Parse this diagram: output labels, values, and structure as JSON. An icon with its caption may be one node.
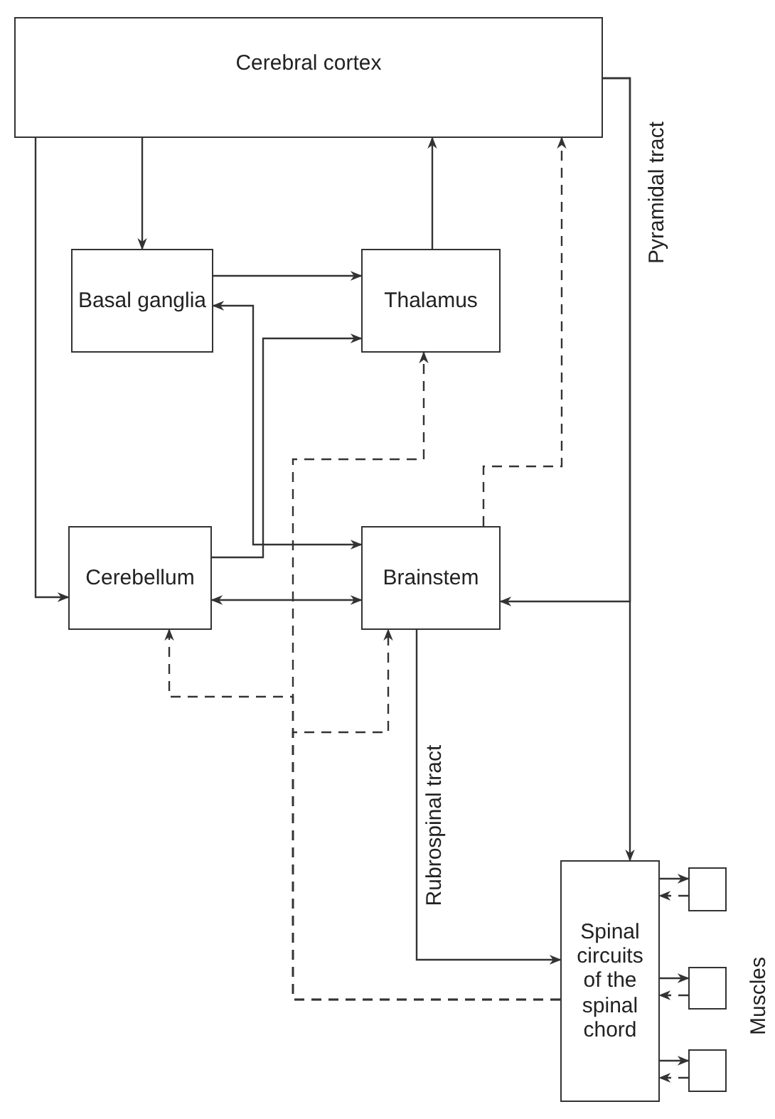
{
  "diagram": {
    "nodes": [
      {
        "text": [
          "Cerebral cortex"
        ]
      },
      {
        "text": [
          "Basal ganglia"
        ]
      },
      {
        "text": [
          "Thalamus"
        ]
      },
      {
        "text": [
          "Cerebellum"
        ]
      },
      {
        "text": [
          "Brainstem"
        ]
      },
      {
        "text": [
          "Spinal circuits of the spinal chord"
        ]
      },
      {
        "text": [],
        "shape": "box"
      },
      {
        "text": [],
        "shape": "box"
      },
      {
        "text": [],
        "shape": "box"
      }
    ],
    "edges": [
      {
        "from": 0,
        "to": 1,
        "arrow": "to"
      },
      {
        "from": 1,
        "to": 2,
        "arrow": "to"
      },
      {
        "from": 2,
        "to": 0,
        "arrow": "to"
      },
      {
        "from": 0,
        "to": 3,
        "arrow": "to"
      },
      {
        "from": 0,
        "to": 5,
        "arrow": "to",
        "label": "Pyramidal tract"
      },
      {
        "from": 0,
        "to": 4,
        "arrow": "to"
      },
      {
        "from": 1,
        "to": 4,
        "arrow": "both"
      },
      {
        "from": 3,
        "to": 2,
        "arrow": "to"
      },
      {
        "from": 3,
        "to": 4,
        "arrow": "both"
      },
      {
        "from": 4,
        "to": 0,
        "arrow": "to",
        "style": "dashed"
      },
      {
        "from": 5,
        "to": 2,
        "arrow": "to",
        "style": "dashed"
      },
      {
        "from": 5,
        "to": 3,
        "arrow": "to",
        "style": "dashed"
      },
      {
        "from": 5,
        "to": 4,
        "arrow": "to",
        "style": "dashed"
      },
      {
        "from": 4,
        "to": 5,
        "arrow": "to",
        "label": "Rubrospinal tract"
      },
      {
        "from": 5,
        "to": 6,
        "arrow": "to"
      },
      {
        "from": 6,
        "to": 5,
        "arrow": "to",
        "style": "dashed"
      },
      {
        "from": 5,
        "to": 7,
        "arrow": "to"
      },
      {
        "from": 7,
        "to": 5,
        "arrow": "to",
        "style": "dashed"
      },
      {
        "from": 5,
        "to": 8,
        "arrow": "to"
      },
      {
        "from": 8,
        "to": 5,
        "arrow": "to",
        "style": "dashed"
      }
    ],
    "labels": [
      "Muscles"
    ]
  }
}
